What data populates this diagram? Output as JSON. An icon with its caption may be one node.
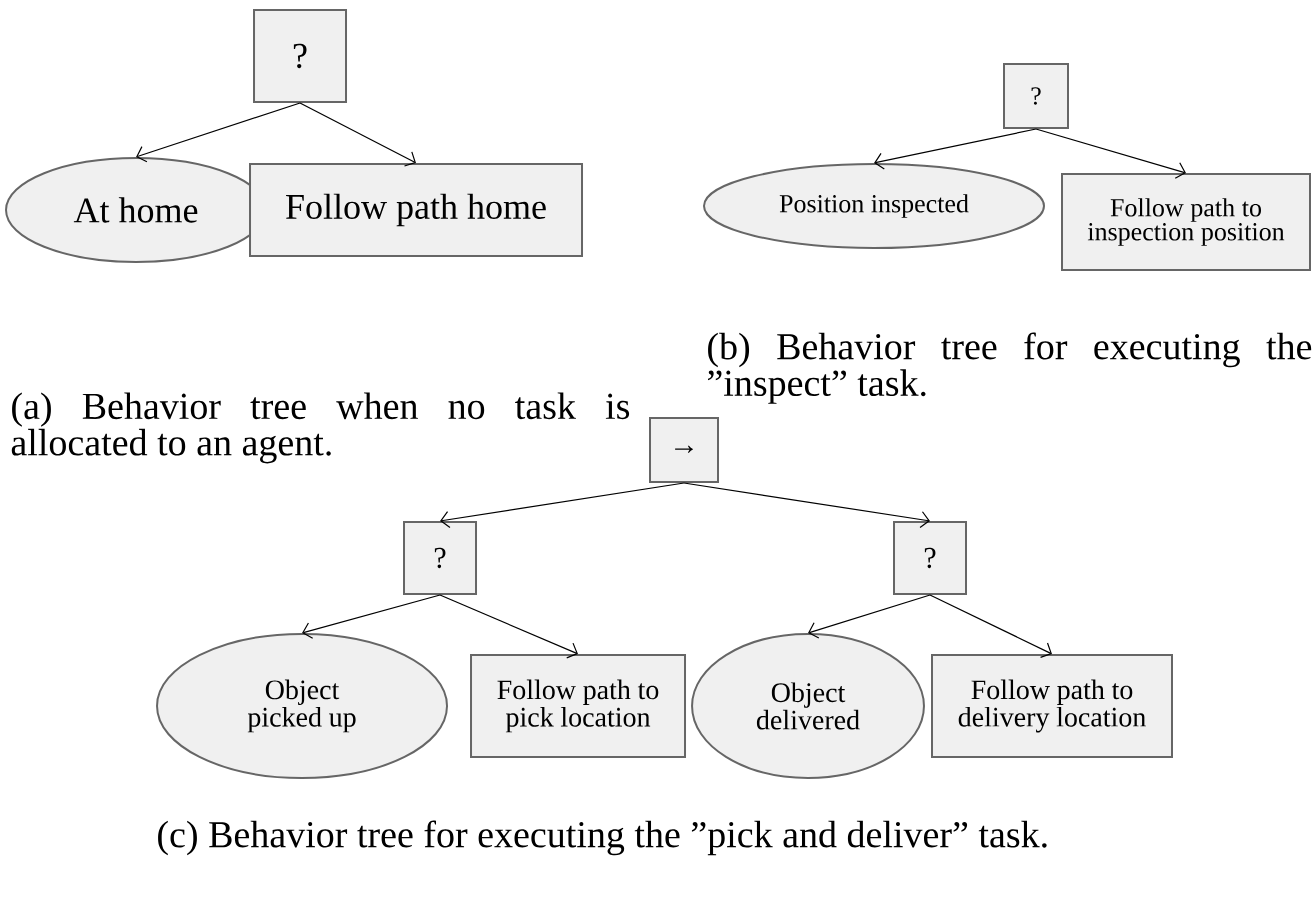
{
  "diagram": {
    "nodes": [
      {
        "text": [
          "?"
        ]
      },
      {
        "text": [
          "At home"
        ]
      },
      {
        "text": [
          "Follow path home"
        ]
      },
      {
        "text": [
          "?"
        ]
      },
      {
        "text": [
          "Position inspected"
        ]
      },
      {
        "text": [
          "Follow path to inspection position"
        ]
      },
      {
        "text": [
          "→"
        ]
      },
      {
        "text": [
          "?"
        ]
      },
      {
        "text": [
          "?"
        ]
      },
      {
        "text": [
          "Object picked up"
        ]
      },
      {
        "text": [
          "Follow path to pick location"
        ]
      },
      {
        "text": [
          "Object delivered"
        ]
      },
      {
        "text": [
          "Follow path to delivery location"
        ]
      }
    ],
    "edges": [
      {
        "from": 0,
        "to": 1,
        "arrow": "to"
      },
      {
        "from": 0,
        "to": 2,
        "arrow": "to"
      },
      {
        "from": 3,
        "to": 4,
        "arrow": "to"
      },
      {
        "from": 3,
        "to": 5,
        "arrow": "to"
      },
      {
        "from": 6,
        "to": 7,
        "arrow": "to"
      },
      {
        "from": 6,
        "to": 8,
        "arrow": "to"
      },
      {
        "from": 7,
        "to": 9,
        "arrow": "to"
      },
      {
        "from": 7,
        "to": 10,
        "arrow": "to"
      },
      {
        "from": 8,
        "to": 11,
        "arrow": "to"
      },
      {
        "from": 8,
        "to": 12,
        "arrow": "to"
      }
    ],
    "labels": [
      "(a) Behavior tree when no task is allocated to an agent.",
      "(b) Behavior tree for executing the ”inspect” task.",
      "(c) Behavior tree for executing the ”pick and deliver” task."
    ]
  }
}
